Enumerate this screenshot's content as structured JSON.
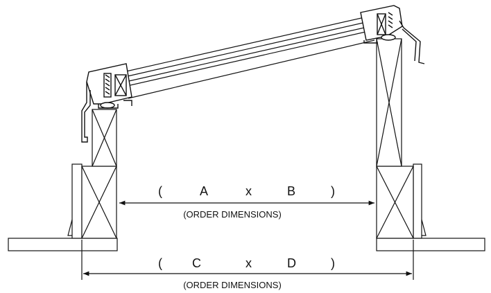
{
  "diagram": {
    "top_dimension": {
      "open_paren": "(",
      "first_letter": "A",
      "times": "x",
      "second_letter": "B",
      "close_paren": ")",
      "note": "(ORDER DIMENSIONS)"
    },
    "bottom_dimension": {
      "open_paren": "(",
      "first_letter": "C",
      "times": "x",
      "second_letter": "D",
      "close_paren": ")",
      "note": "(ORDER DIMENSIONS)"
    },
    "colors": {
      "line": "#111111",
      "background": "#ffffff"
    }
  }
}
